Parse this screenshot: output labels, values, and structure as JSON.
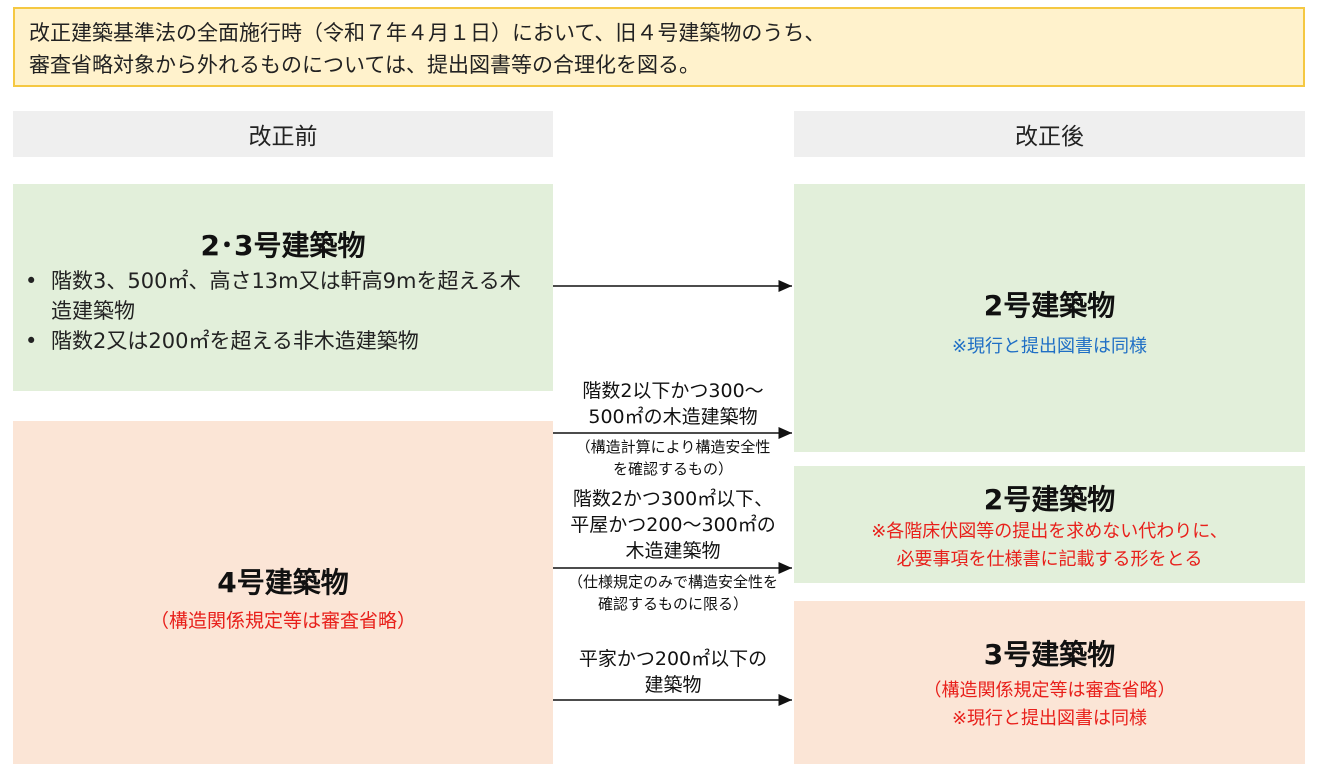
{
  "banner": {
    "line1": "改正建築基準法の全面施行時（令和７年４月１日）において、旧４号建築物のうち、",
    "line2": "審査省略対象から外れるものについては、提出図書等の合理化を図る。"
  },
  "headers": {
    "before": "改正前",
    "after": "改正後"
  },
  "before": {
    "box1": {
      "title": "2･3号建築物",
      "items": [
        "階数3、500㎡、高さ13m又は軒高9mを超える木造建築物",
        "階数2又は200㎡を超える非木造建築物"
      ]
    },
    "box2": {
      "title": "4号建築物",
      "note": "（構造関係規定等は審査省略）"
    }
  },
  "after": {
    "box1": {
      "title": "2号建築物",
      "note": "※現行と提出図書は同様"
    },
    "box2": {
      "title": "2号建築物",
      "note_line1": "※各階床伏図等の提出を求めない代わりに、",
      "note_line2": "必要事項を仕様書に記載する形をとる"
    },
    "box3": {
      "title": "3号建築物",
      "note_line1": "（構造関係規定等は審査省略）",
      "note_line2": "※現行と提出図書は同様"
    }
  },
  "arrows": {
    "a2": {
      "main1": "階数2以下かつ300～",
      "main2": "500㎡の木造建築物",
      "sub1": "（構造計算により構造安全性",
      "sub2": "を確認するもの）"
    },
    "a3": {
      "main1": "階数2かつ300㎡以下、",
      "main2": "平屋かつ200～300㎡の",
      "main3": "木造建築物",
      "sub1": "（仕様規定のみで構造安全性を",
      "sub2": "確認するものに限る）"
    },
    "a4": {
      "main1": "平家かつ200㎡以下の",
      "main2": "建築物"
    }
  },
  "colors": {
    "banner_bg": "#fff2cc",
    "banner_border": "#f5c842",
    "green": "#e2efda",
    "pink": "#fbe5d6",
    "blue_note": "#1f6fc5",
    "red_note": "#e8201b"
  }
}
